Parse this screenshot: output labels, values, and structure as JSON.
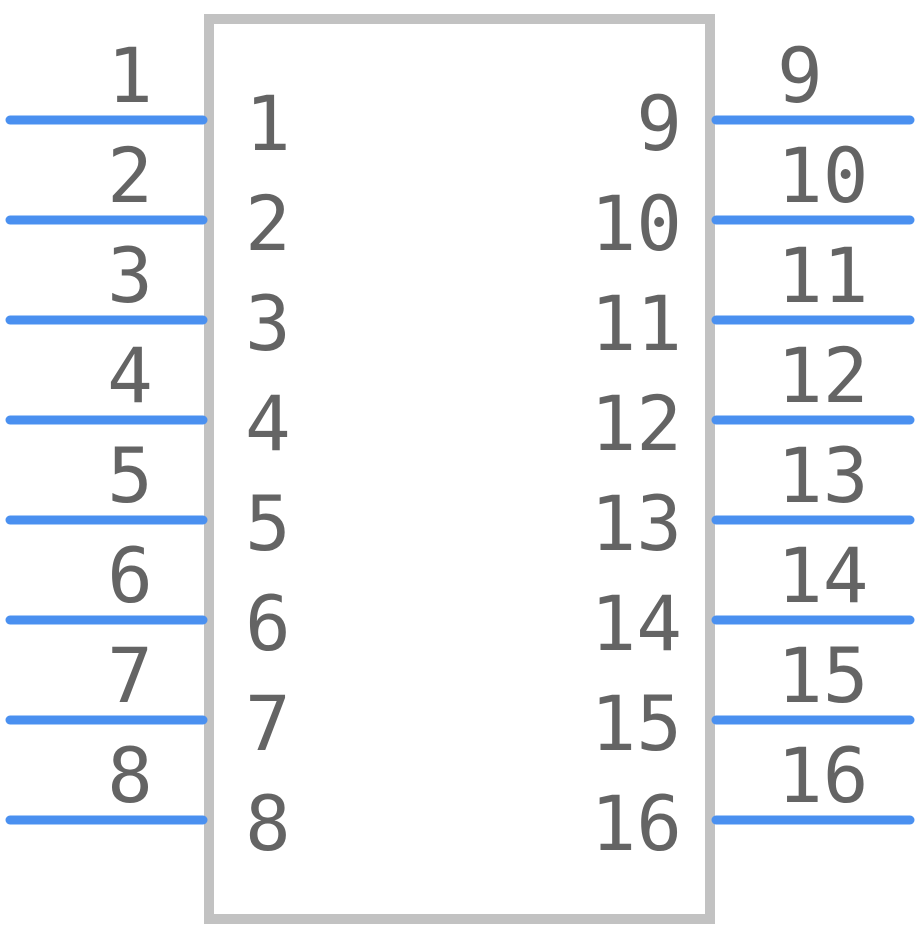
{
  "colors": {
    "body_stroke": "#c2c2c2",
    "pin_line": "#4a90f0",
    "label_text": "#646464",
    "background": "#ffffff"
  },
  "left_pins": [
    {
      "outer_label": "1",
      "inner_label": "1"
    },
    {
      "outer_label": "2",
      "inner_label": "2"
    },
    {
      "outer_label": "3",
      "inner_label": "3"
    },
    {
      "outer_label": "4",
      "inner_label": "4"
    },
    {
      "outer_label": "5",
      "inner_label": "5"
    },
    {
      "outer_label": "6",
      "inner_label": "6"
    },
    {
      "outer_label": "7",
      "inner_label": "7"
    },
    {
      "outer_label": "8",
      "inner_label": "8"
    }
  ],
  "right_pins": [
    {
      "outer_label": "9",
      "inner_label": "9"
    },
    {
      "outer_label": "10",
      "inner_label": "10"
    },
    {
      "outer_label": "11",
      "inner_label": "11"
    },
    {
      "outer_label": "12",
      "inner_label": "12"
    },
    {
      "outer_label": "13",
      "inner_label": "13"
    },
    {
      "outer_label": "14",
      "inner_label": "14"
    },
    {
      "outer_label": "15",
      "inner_label": "15"
    },
    {
      "outer_label": "16",
      "inner_label": "16"
    }
  ]
}
